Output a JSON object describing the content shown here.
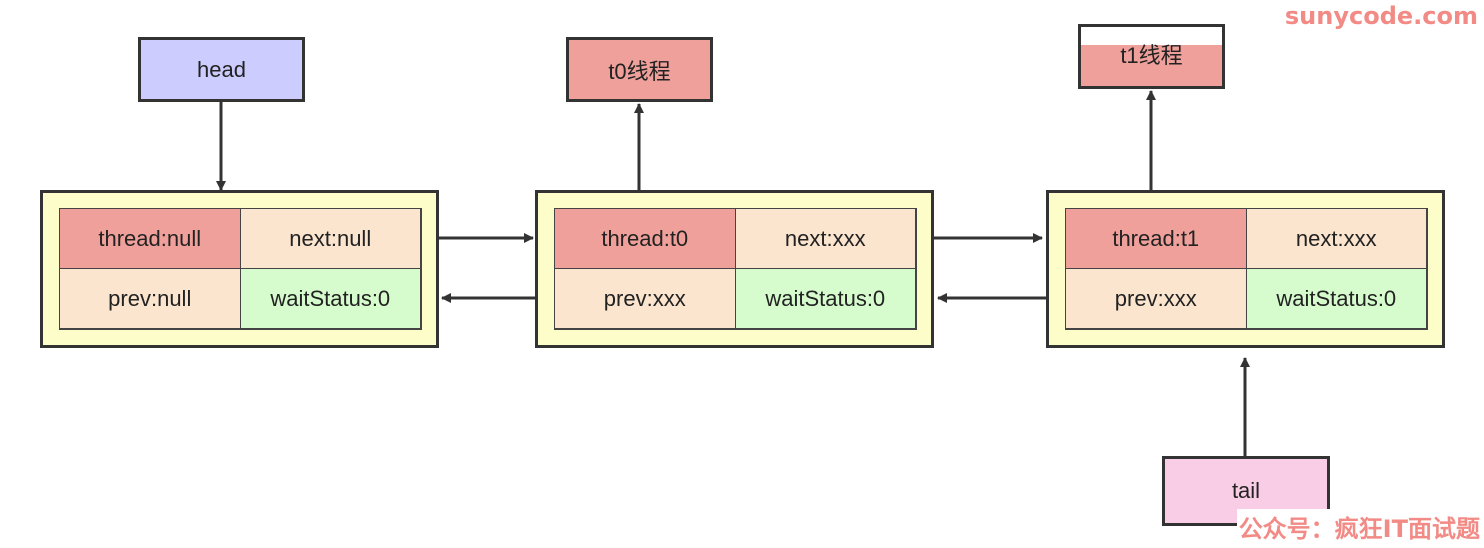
{
  "labels": {
    "head": "head",
    "tail": "tail",
    "t0": "t0线程",
    "t1": "t1线程"
  },
  "nodes": [
    {
      "thread": "thread:null",
      "next": "next:null",
      "prev": "prev:null",
      "wait": "waitStatus:0"
    },
    {
      "thread": "thread:t0",
      "next": "next:xxx",
      "prev": "prev:xxx",
      "wait": "waitStatus:0"
    },
    {
      "thread": "thread:t1",
      "next": "next:xxx",
      "prev": "prev:xxx",
      "wait": "waitStatus:0"
    }
  ],
  "watermark": {
    "site": "sunycode.com",
    "account": "公众号：疯狂IT面试题"
  },
  "colors": {
    "head_fill": "#ccccff",
    "thread_label_fill": "#f0a09a",
    "tail_fill": "#f9cde6",
    "node_fill": "#fdfdc9",
    "thread_cell": "#f0a09a",
    "next_prev_cell": "#fbe5cf",
    "wait_cell": "#d6fccd",
    "watermark": "#f28b86"
  }
}
